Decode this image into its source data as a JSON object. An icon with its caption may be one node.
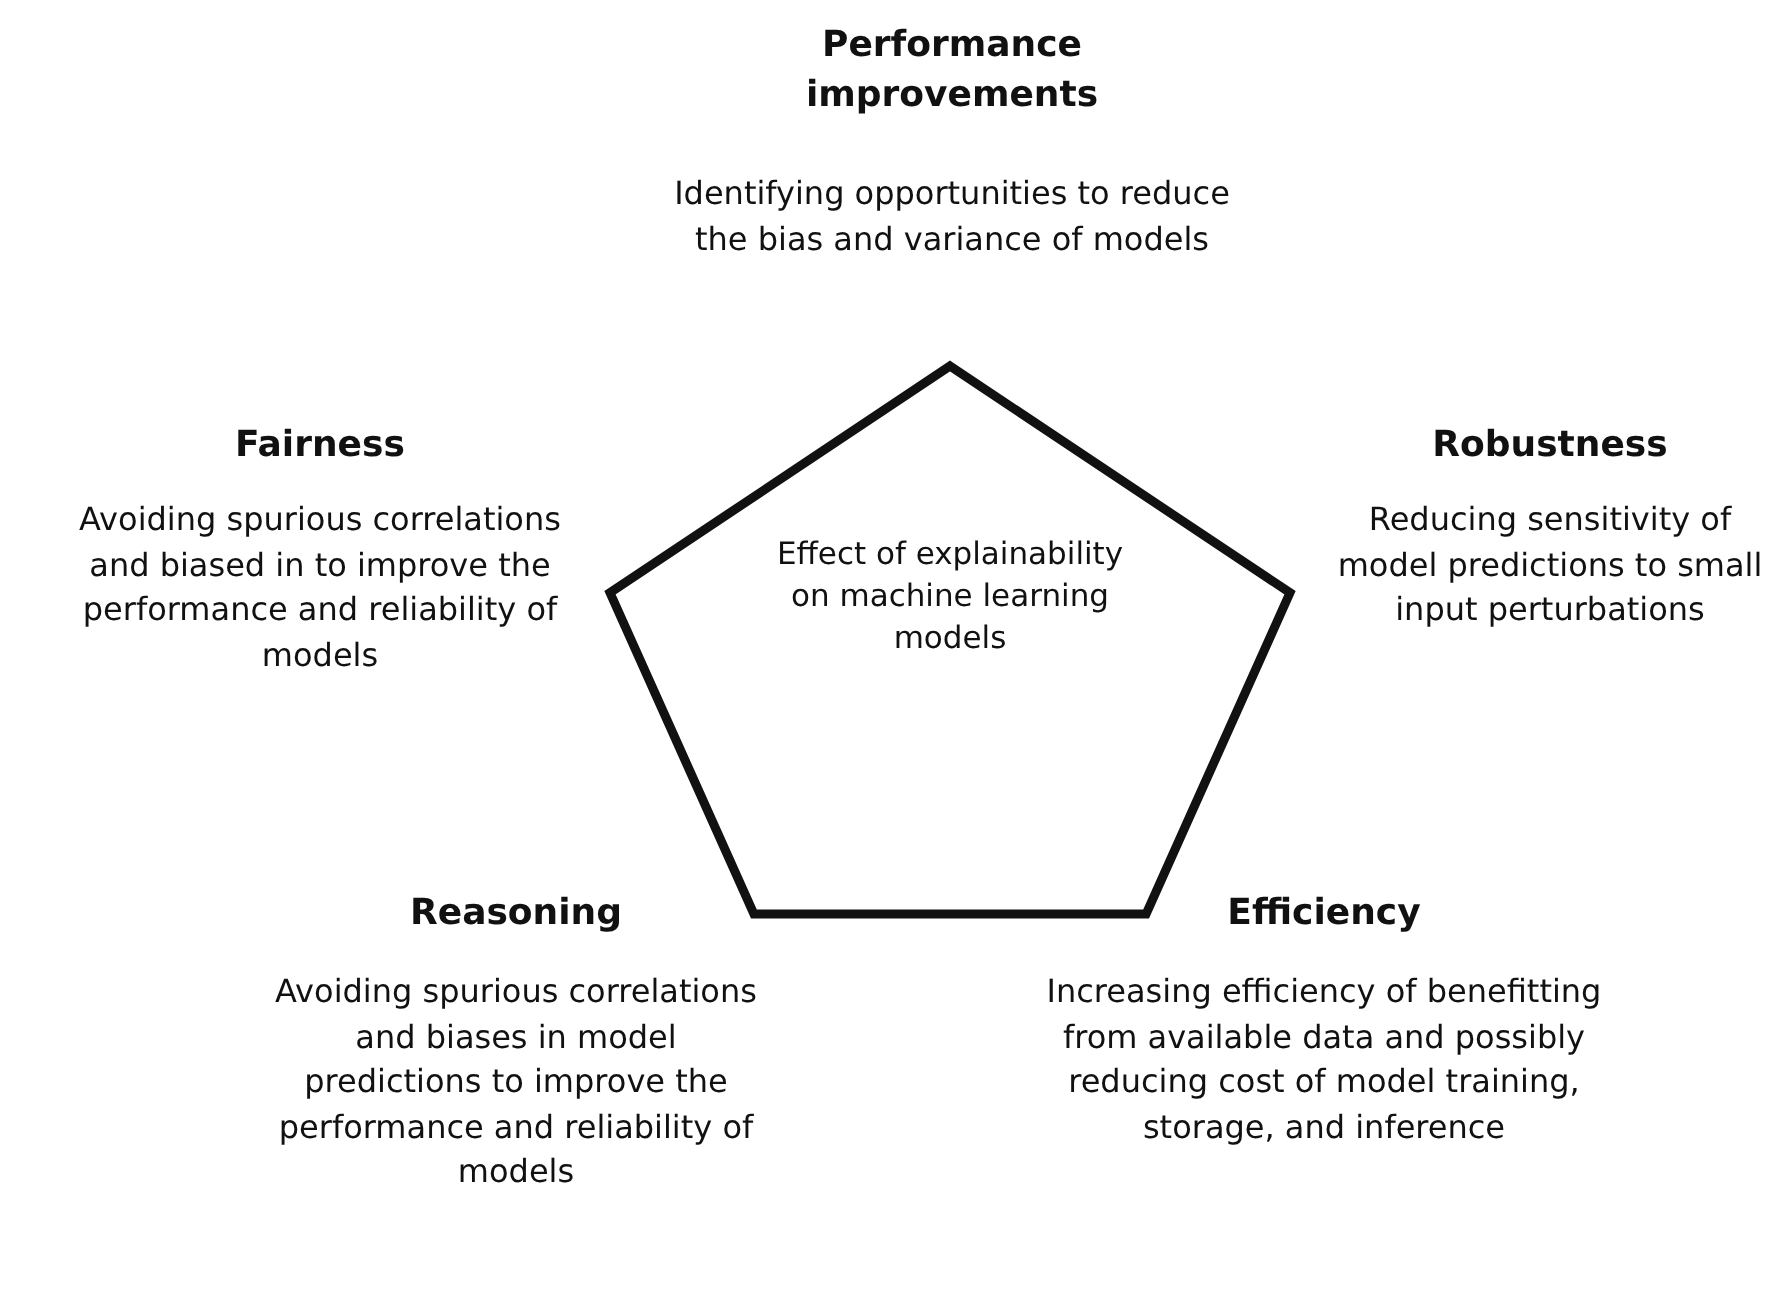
{
  "diagram": {
    "nodes": [
      {
        "text": [
          "Effect of explainability on machine learning models"
        ]
      }
    ],
    "edges": [],
    "labels": [
      "Performance improvements",
      "Identifying opportunities to reduce the bias and variance of models",
      "Fairness",
      "Robustness",
      "Avoiding spurious correlations and biased in to improve the performance and reliability of models",
      "Reducing sensitivity of model predictions to small input perturbations",
      "Reasoning",
      "Efficiency",
      "Avoiding spurious correlations and biases in model predictions to improve the performance and reliability of models",
      "Increasing efficiency of benefitting from available data and possibly reducing cost of model training, storage, and inference"
    ]
  }
}
